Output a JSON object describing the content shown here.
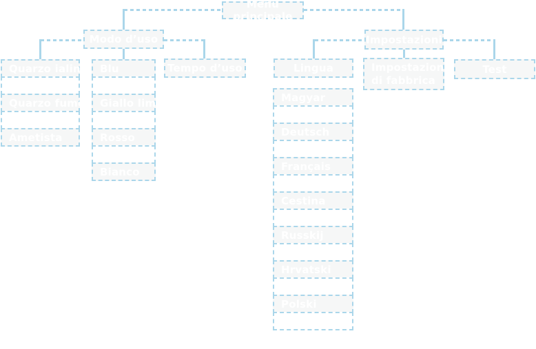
{
  "diagram": {
    "type": "menu-tree",
    "background": "#ffffff",
    "accent_border_color": "#aad6ea",
    "box_fill_color": "#f6f7f7",
    "label_color": "#ffffff"
  },
  "nodes": {
    "root": {
      "label": "Menu principale"
    },
    "modo_duso": {
      "label": "Modo d’uso"
    },
    "impostazioni": {
      "label": "Impostazioni"
    },
    "tempo_duso": {
      "label": "Tempo d’uso"
    },
    "lingua": {
      "label": "Lingua"
    },
    "impostazioni_fabbrica": {
      "label": "Impostazioni di fabbrica"
    },
    "test": {
      "label": "Test"
    }
  },
  "stacks": {
    "quarzo": {
      "items": [
        "Quarzo ialino",
        "",
        "Quarzo fumè",
        "",
        "Ametista"
      ]
    },
    "colori": {
      "items": [
        "Blu",
        "",
        "Giallo limone",
        "",
        "Rosso",
        "",
        "Bianco"
      ]
    },
    "lingue": {
      "items": [
        "Magyar",
        "",
        "Deutsch",
        "",
        "Français",
        "",
        "Cestina",
        "",
        "Russkij",
        "",
        "Hrvatski",
        "",
        "Polski",
        ""
      ]
    }
  }
}
